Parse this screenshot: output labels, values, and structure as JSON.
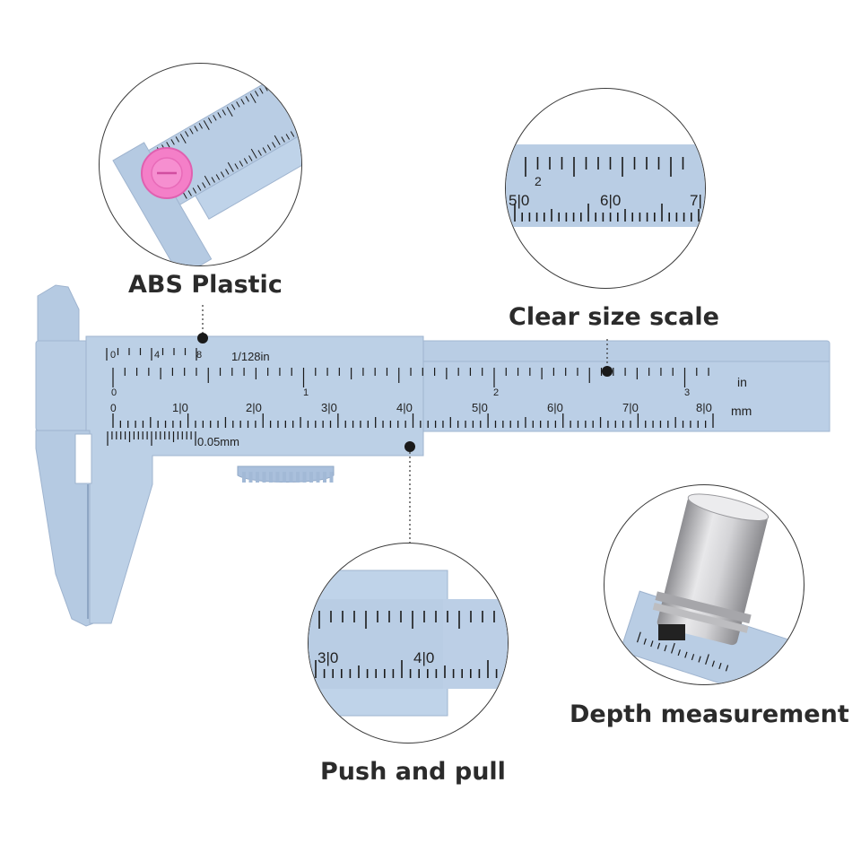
{
  "callouts": {
    "abs_plastic": "ABS Plastic",
    "clear_size_scale": "Clear size scale",
    "push_and_pull": "Push and pull",
    "depth_measurement": "Depth measurement"
  },
  "scale_text": {
    "inch_unit": "in",
    "mm_unit": "mm",
    "vernier_fraction": "1/128in",
    "vernier_precision": "0.05mm",
    "vernier_top_numbers": [
      "0",
      "4",
      "8"
    ],
    "inch_numbers": [
      "0",
      "1",
      "2",
      "3"
    ],
    "mm_numbers": [
      "0",
      "1|0",
      "2|0",
      "3|0",
      "4|0",
      "5|0",
      "6|0",
      "7|0",
      "8|0"
    ]
  },
  "zoom_scale": {
    "inch_number": "2",
    "mm_numbers": [
      "5|0",
      "6|0",
      "7|"
    ]
  },
  "zoom_push": {
    "mm_numbers": [
      "3|0",
      "4|0"
    ]
  },
  "colors": {
    "plastic": "#b9cde4",
    "plastic_dark": "#9fb6d2",
    "pink_wheel": "#f47fc8",
    "metal": "#c9c9cc",
    "line": "#1a1a1a"
  }
}
